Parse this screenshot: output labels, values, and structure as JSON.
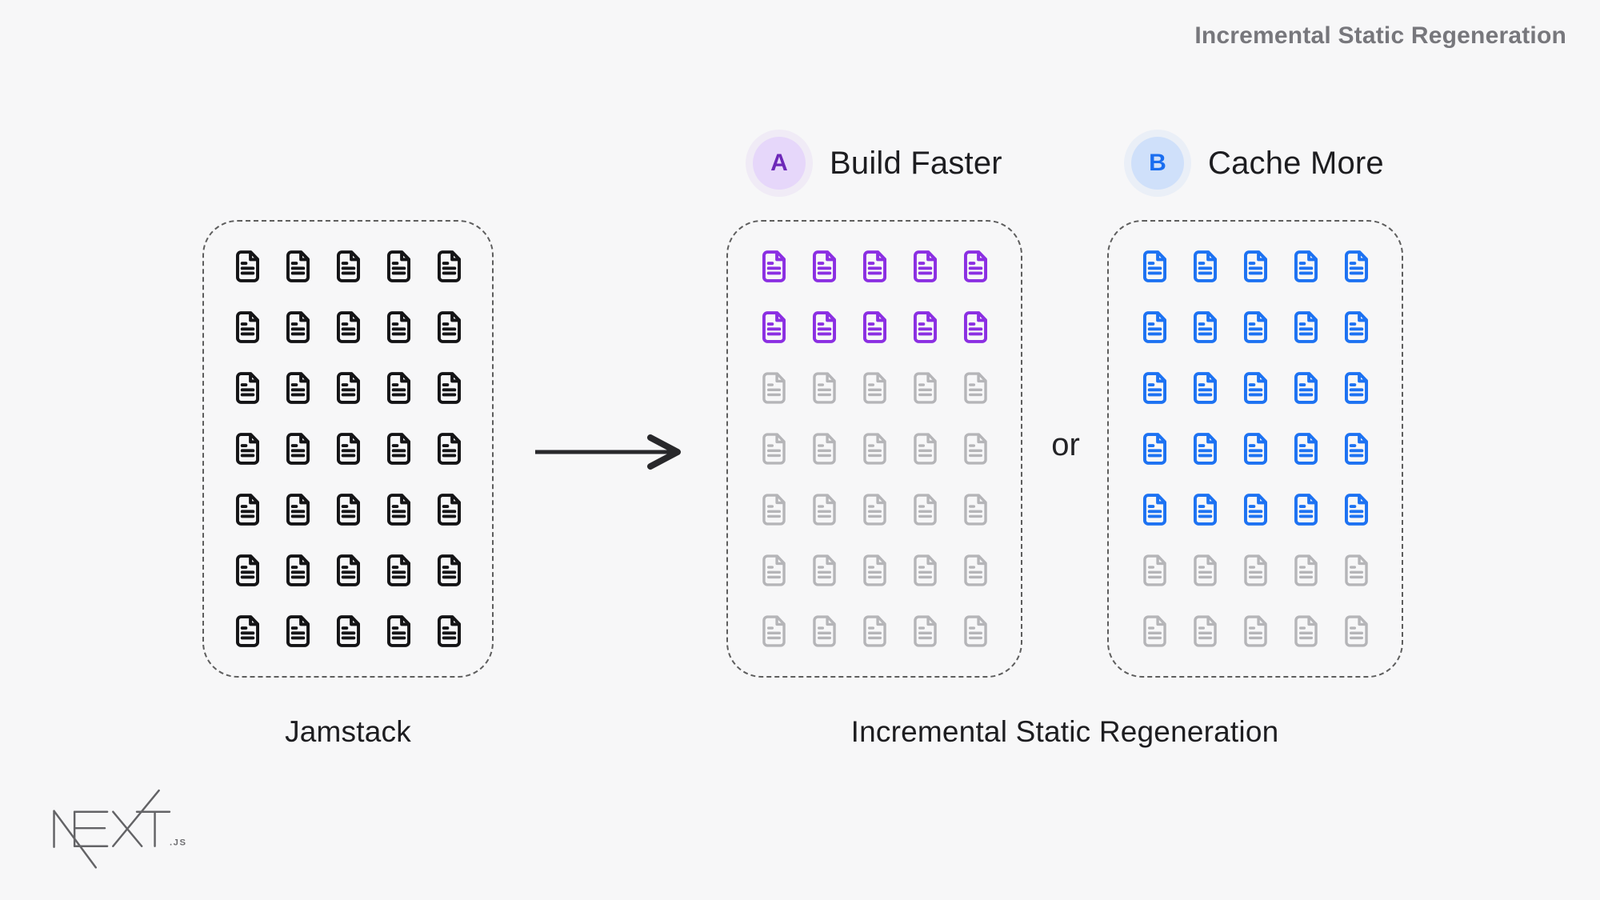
{
  "page": {
    "header_title": "Incremental Static Regeneration",
    "background": "#f7f7f8"
  },
  "colors": {
    "black": "#141416",
    "purple": "#8b2fe2",
    "blue": "#1d72f2",
    "gray": "#b5b5b8",
    "dashed_border": "#5e5e5e",
    "arrow": "#28282b",
    "badge_a_bg": "#e6d7fa",
    "badge_a_fg": "#6d28b8",
    "badge_b_bg": "#cfe0fa",
    "badge_b_fg": "#1a6ef0",
    "header_text": "#77777c",
    "logo": "#636366"
  },
  "badges": {
    "a": {
      "letter": "A",
      "label": "Build Faster"
    },
    "b": {
      "letter": "B",
      "label": "Cache More"
    }
  },
  "connector": {
    "or_label": "or"
  },
  "panels": {
    "jamstack": {
      "label": "Jamstack",
      "columns": 5,
      "row_colors": [
        "black",
        "black",
        "black",
        "black",
        "black",
        "black",
        "black"
      ]
    },
    "build_faster": {
      "columns": 5,
      "row_colors": [
        "purple",
        "purple",
        "gray",
        "gray",
        "gray",
        "gray",
        "gray"
      ]
    },
    "cache_more": {
      "columns": 5,
      "row_colors": [
        "blue",
        "blue",
        "blue",
        "blue",
        "blue",
        "gray",
        "gray"
      ]
    }
  },
  "captions": {
    "left": "Jamstack",
    "right": "Incremental Static Regeneration"
  },
  "logo": {
    "text": "NEXT",
    "suffix": ".JS"
  }
}
